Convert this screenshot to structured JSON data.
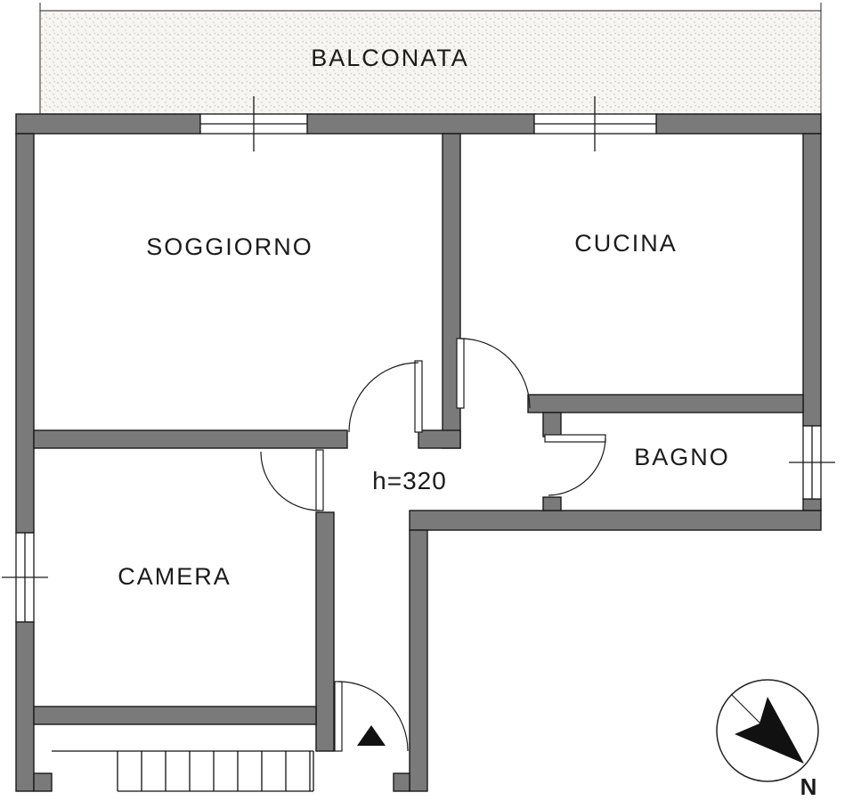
{
  "floorplan": {
    "rooms": {
      "balconata": {
        "label": "BALCONATA"
      },
      "soggiorno": {
        "label": "SOGGIORNO"
      },
      "cucina": {
        "label": "CUCINA"
      },
      "bagno": {
        "label": "BAGNO"
      },
      "camera": {
        "label": "CAMERA"
      }
    },
    "annotations": {
      "ceiling_height": "h=320",
      "north": "N"
    },
    "colors": {
      "wall_fill": "#7a7a7a",
      "outline": "#1a1a1a",
      "balcony_base": "#f6f5f1",
      "balcony_dots": "#b9b6ac",
      "background": "#ffffff",
      "text": "#1b1b1b"
    }
  }
}
